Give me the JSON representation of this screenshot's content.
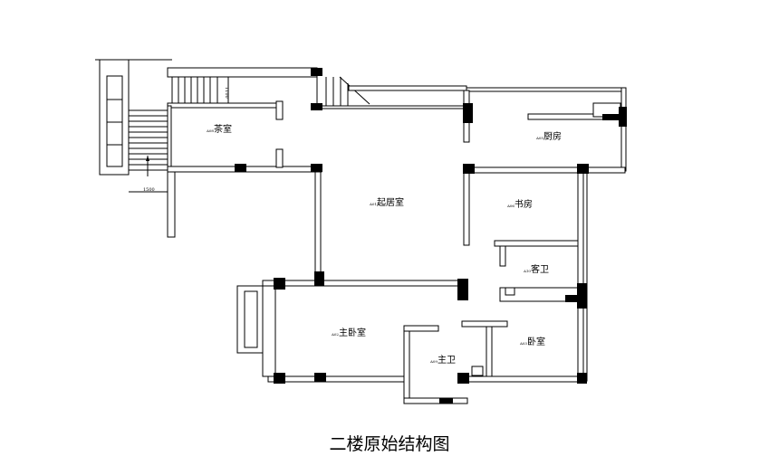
{
  "title": "二楼原始结构图",
  "rooms": [
    {
      "code": "A08",
      "name": "茶室"
    },
    {
      "code": "A01",
      "name": "起居室"
    },
    {
      "code": "A05",
      "name": "厨房"
    },
    {
      "code": "A06",
      "name": "书房"
    },
    {
      "code": "A10",
      "name": "客卫"
    },
    {
      "code": "A02",
      "name": "主卧室"
    },
    {
      "code": "A09",
      "name": "主卫"
    },
    {
      "code": "A03",
      "name": "卧室"
    }
  ],
  "dimensions": [
    "1100",
    "1500"
  ]
}
